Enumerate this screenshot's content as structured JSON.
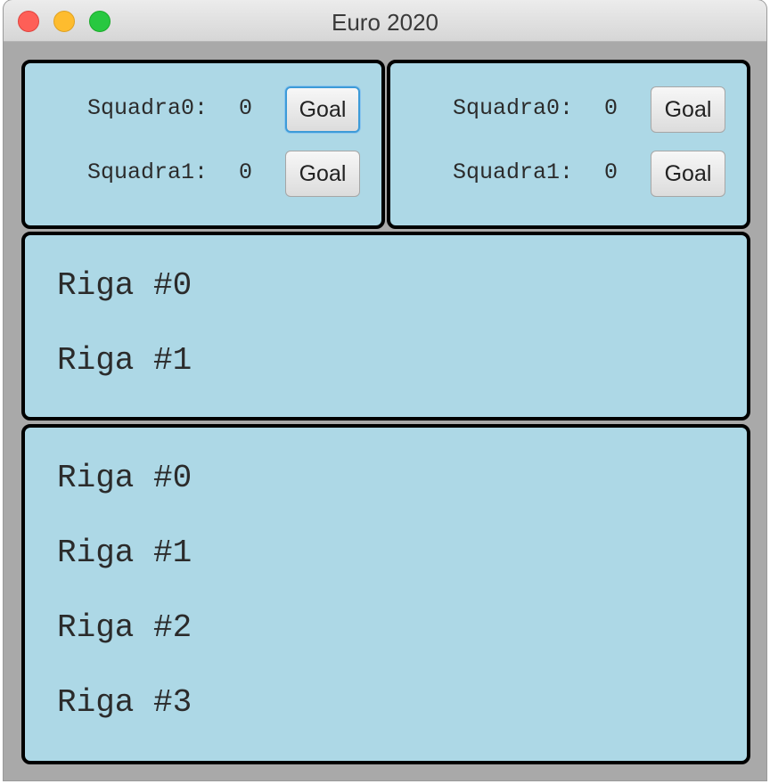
{
  "window": {
    "title": "Euro 2020"
  },
  "scoreboards": [
    {
      "teams": [
        {
          "label": "Squadra0:",
          "score": "0",
          "button": "Goal"
        },
        {
          "label": "Squadra1:",
          "score": "0",
          "button": "Goal"
        }
      ]
    },
    {
      "teams": [
        {
          "label": "Squadra0:",
          "score": "0",
          "button": "Goal"
        },
        {
          "label": "Squadra1:",
          "score": "0",
          "button": "Goal"
        }
      ]
    }
  ],
  "panels": {
    "middle": {
      "rows": [
        "Riga #0",
        "Riga #1"
      ]
    },
    "bottom": {
      "rows": [
        "Riga #0",
        "Riga #1",
        "Riga #2",
        "Riga #3"
      ]
    }
  },
  "colors": {
    "panel_background": "#add8e6",
    "window_background": "#a9a9a9",
    "focus_ring": "#3d9bd8"
  }
}
